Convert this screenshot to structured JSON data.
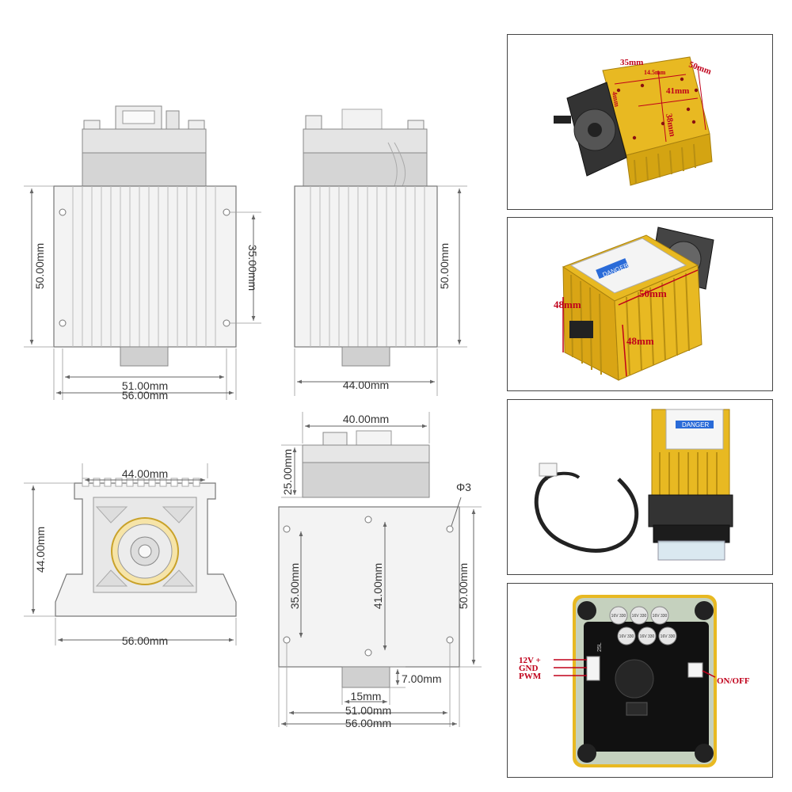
{
  "drawings": {
    "front": {
      "height": "50.00mm",
      "hole_spacing_v": "35.00mm",
      "hole_spacing_h": "51.00mm",
      "width": "56.00mm"
    },
    "side": {
      "height": "50.00mm",
      "width": "44.00mm"
    },
    "bottom": {
      "width": "44.00mm",
      "height": "44.00mm",
      "base_width": "56.00mm"
    },
    "top_view": {
      "width": "40.00mm",
      "top_height": "25.00mm",
      "hole_diameter": "Φ3",
      "hole_spacing_v1": "35.00mm",
      "hole_spacing_v2": "41.00mm",
      "height": "50.00mm",
      "nozzle_length": "7.00mm",
      "nozzle_width": "15mm",
      "hole_spacing_h": "51.00mm",
      "total_width": "56.00mm"
    }
  },
  "photos": {
    "photo1": {
      "dim_a": "35mm",
      "dim_b": "14.5mm",
      "dim_c": "50mm",
      "dim_d": "41mm",
      "dim_e": "38mm",
      "dim_f": "4mm"
    },
    "photo2": {
      "dim_a": "48mm",
      "dim_b": "50mm",
      "dim_c": "48mm",
      "warning": "DANGER"
    },
    "photo3": {
      "warning": "DANGER"
    },
    "photo4": {
      "pin_1": "12V +",
      "pin_2": "GND",
      "pin_3": "PWM",
      "switch": "ON/OFF",
      "capacitor_1": "16V 330",
      "capacitor_2": "16V 330",
      "capacitor_3": "16V 330",
      "capacitor_4": "16V 330",
      "capacitor_5": "16V 330",
      "capacitor_6": "16V 330",
      "chip_text": "25L"
    }
  },
  "colors": {
    "module_gold": "#e8b922",
    "label_red": "#c0001a",
    "drawing_line": "#777777",
    "fill_gray": "#d9d9d9"
  }
}
